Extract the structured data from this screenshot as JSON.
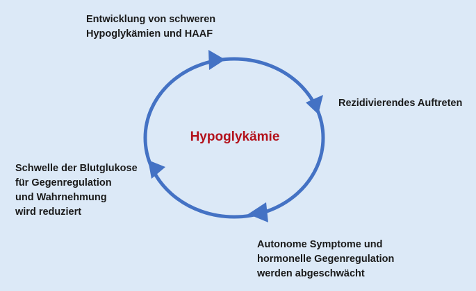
{
  "diagram": {
    "center_title": "Hypoglykämie",
    "colors": {
      "background": "#dce9f7",
      "cycle": "#4472c4",
      "center_title": "#b3121c",
      "label_text": "#1a1a1a"
    },
    "stages": [
      {
        "id": "severe-hypoglycemia",
        "lines": [
          "Entwicklung von schweren",
          "Hypoglykämien und HAAF"
        ]
      },
      {
        "id": "recurrence",
        "lines": [
          "Rezidivierendes Auftreten"
        ]
      },
      {
        "id": "attenuated-symptoms",
        "lines": [
          "Autonome Symptome und",
          "hormonelle Gegenregulation",
          "werden abgeschwächt"
        ]
      },
      {
        "id": "threshold-reduced",
        "lines": [
          "Schwelle der Blutglukose",
          "für Gegenregulation",
          "und Wahrnehmung",
          "wird reduziert"
        ]
      }
    ]
  }
}
